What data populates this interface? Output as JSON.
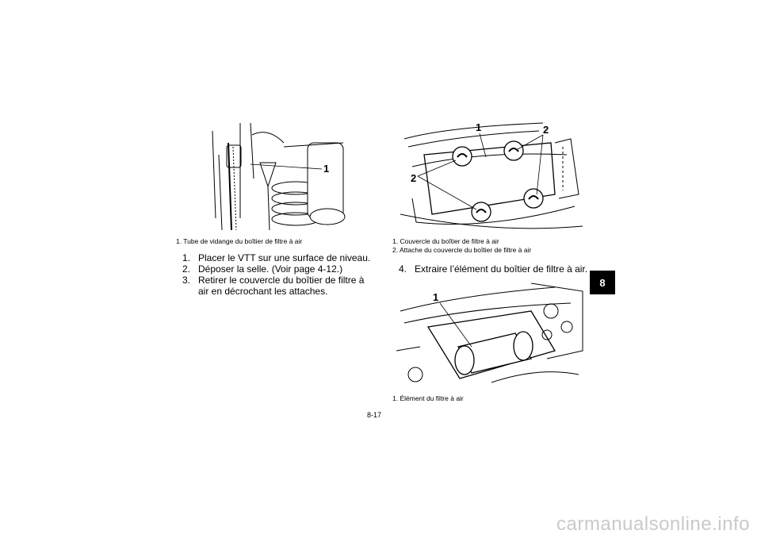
{
  "figure1": {
    "callouts": [
      "1"
    ],
    "captions": [
      "1. Tube de vidange du boîtier de filtre à air"
    ]
  },
  "steps": [
    {
      "num": "1.",
      "text": "Placer le VTT sur une surface de niveau."
    },
    {
      "num": "2.",
      "text": "Déposer la selle. (Voir page 4-12.)"
    },
    {
      "num": "3.",
      "text": "Retirer le couvercle du boîtier de filtre à air en décrochant les attaches."
    },
    {
      "num": "4.",
      "text": "Extraire l’élément du boîtier de filtre à air."
    }
  ],
  "figure2": {
    "callouts": [
      "1",
      "2",
      "2"
    ],
    "captions": [
      "1. Couvercle du boîtier de filtre à air",
      "2. Attache du couvercle du boîtier de filtre à air"
    ]
  },
  "figure3": {
    "callouts": [
      "1"
    ],
    "captions": [
      "1. Élément du filtre à air"
    ]
  },
  "chapter_tab": "8",
  "page_number": "8-17",
  "watermark": "carmanualsonline.info"
}
